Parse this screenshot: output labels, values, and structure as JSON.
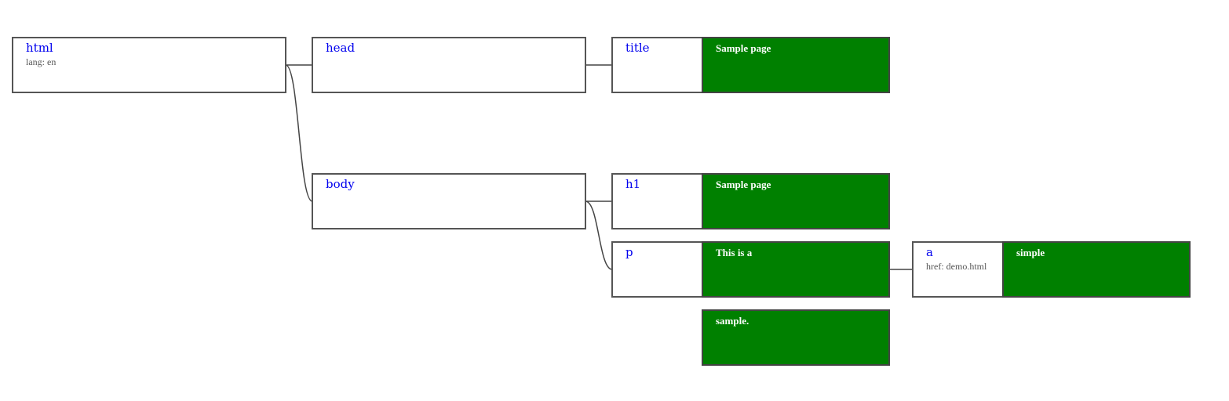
{
  "tree": {
    "html": {
      "tag": "html",
      "attr": "lang: en"
    },
    "head": {
      "tag": "head"
    },
    "title": {
      "tag": "title",
      "text": "Sample page"
    },
    "body": {
      "tag": "body"
    },
    "h1": {
      "tag": "h1",
      "text": "Sample page"
    },
    "p": {
      "tag": "p",
      "text": "This is a"
    },
    "a": {
      "tag": "a",
      "attr": "href: demo.html",
      "text": "simple"
    },
    "p_tail": {
      "text": "sample."
    }
  },
  "colors": {
    "tag": "#0000ee",
    "text_node_fill": "#008000",
    "border": "#555555",
    "attr": "#555555"
  }
}
